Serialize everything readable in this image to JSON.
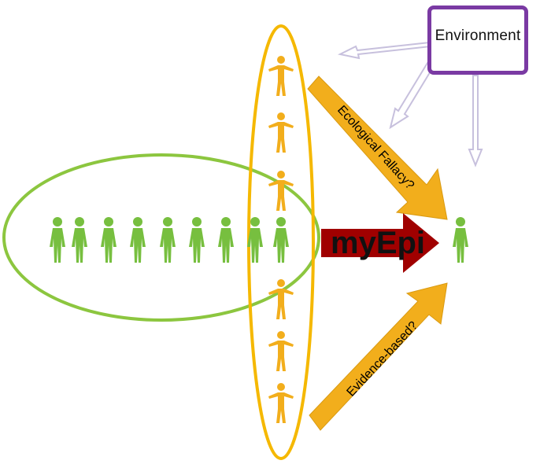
{
  "environment": {
    "label": "Environment"
  },
  "center_arrow": {
    "label": "myEpi"
  },
  "upper_arrow": {
    "label": "Ecological Fallacy?"
  },
  "lower_arrow": {
    "label": "Evidence-based?"
  },
  "colors": {
    "green": "#77bf3f",
    "green_outline": "#8cc63f",
    "orange": "#f2ae1c",
    "orange_outline": "#f5b800",
    "dark_red": "#a00000",
    "purple": "#7a3aa3",
    "arrow_outline": "#c7c0dd"
  },
  "icons": {
    "population_person": "standing-person-icon",
    "group_person": "arms-out-person-icon",
    "individual": "standing-person-icon"
  }
}
